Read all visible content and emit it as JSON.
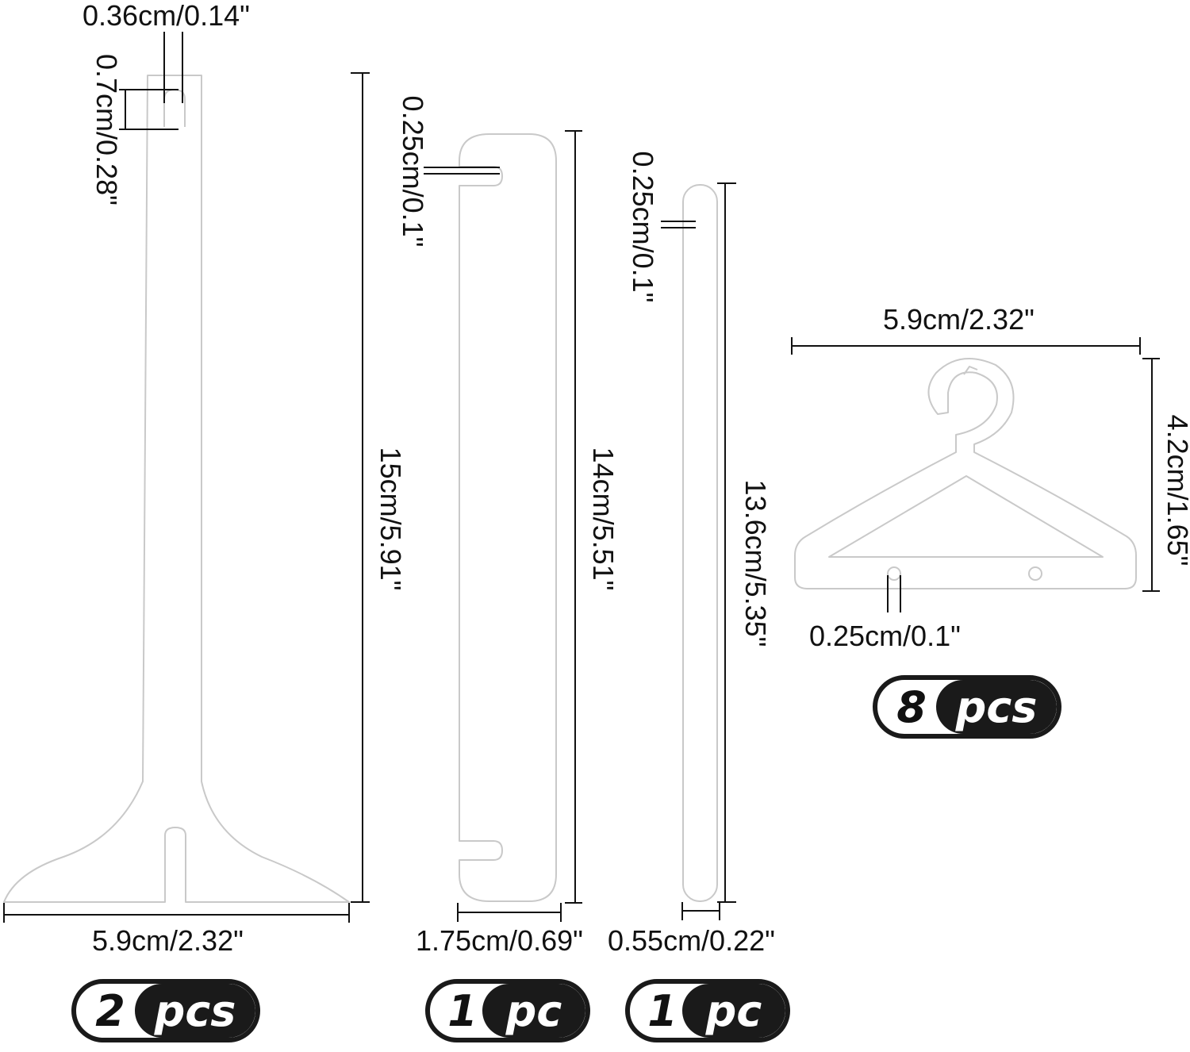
{
  "stand": {
    "hook_width": "0.36cm/0.14\"",
    "hook_height": "0.7cm/0.28\"",
    "height": "15cm/5.91\"",
    "base_width": "5.9cm/2.32\"",
    "qty_num": "2",
    "qty_unit": "pcs"
  },
  "wide_bar": {
    "slot": "0.25cm/0.1\"",
    "length": "14cm/5.51\"",
    "width": "1.75cm/0.69\"",
    "qty_num": "1",
    "qty_unit": "pc"
  },
  "narrow_bar": {
    "notch": "0.25cm/0.1\"",
    "length": "13.6cm/5.35\"",
    "width": "0.55cm/0.22\"",
    "qty_num": "1",
    "qty_unit": "pc"
  },
  "hanger": {
    "width": "5.9cm/2.32\"",
    "height": "4.2cm/1.65\"",
    "hole": "0.25cm/0.1\"",
    "qty_num": "8",
    "qty_unit": "pcs"
  }
}
